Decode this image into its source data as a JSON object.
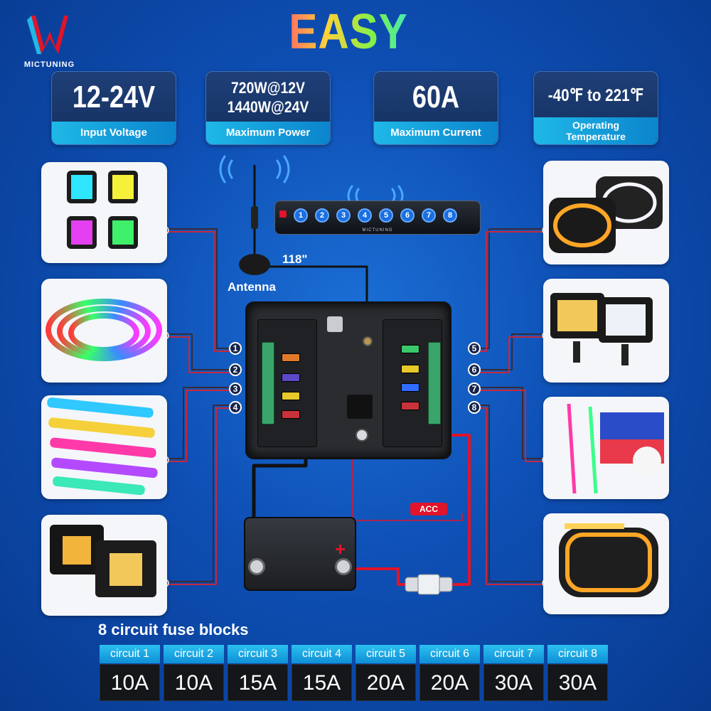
{
  "brand": {
    "name": "MICTUNING"
  },
  "title": "EASY WIRING",
  "specs": [
    {
      "value": "12-24V",
      "label": "Input Voltage"
    },
    {
      "value_line1": "720W@12V",
      "value_line2": "1440W@24V",
      "label": "Maximum Power"
    },
    {
      "value": "60A",
      "label": "Maximum Current"
    },
    {
      "value": "-40℉ to 221℉",
      "label_line1": "Operating",
      "label_line2": "Temperature"
    }
  ],
  "diagram": {
    "antenna_label": "Antenna",
    "cable_length": "118\"",
    "acc_label": "ACC",
    "keypad_keys": [
      "1",
      "2",
      "3",
      "4",
      "5",
      "6",
      "7",
      "8"
    ],
    "circuit_markers": [
      "1",
      "2",
      "3",
      "4",
      "5",
      "6",
      "7",
      "8"
    ]
  },
  "products_left": [
    {
      "icon": "rgb-rock-lights-icon"
    },
    {
      "icon": "wheel-ring-lights-icon"
    },
    {
      "icon": "led-strip-bars-icon"
    },
    {
      "icon": "flush-mount-pod-lights-icon"
    }
  ],
  "products_right": [
    {
      "icon": "halo-headlights-icon"
    },
    {
      "icon": "led-pod-lights-icon"
    },
    {
      "icon": "whip-flag-lights-icon"
    },
    {
      "icon": "rectangular-driving-light-icon"
    }
  ],
  "fuse_blocks": {
    "title": "8 circuit fuse blocks",
    "circuits": [
      {
        "name": "circuit 1",
        "amps": "10A"
      },
      {
        "name": "circuit 2",
        "amps": "10A"
      },
      {
        "name": "circuit 3",
        "amps": "15A"
      },
      {
        "name": "circuit 4",
        "amps": "15A"
      },
      {
        "name": "circuit 5",
        "amps": "20A"
      },
      {
        "name": "circuit 6",
        "amps": "20A"
      },
      {
        "name": "circuit 7",
        "amps": "30A"
      },
      {
        "name": "circuit 8",
        "amps": "30A"
      }
    ]
  },
  "colors": {
    "accent_blue": "#1fb8e8",
    "wire_red": "#e0142a",
    "background": "#0e4fb4"
  }
}
